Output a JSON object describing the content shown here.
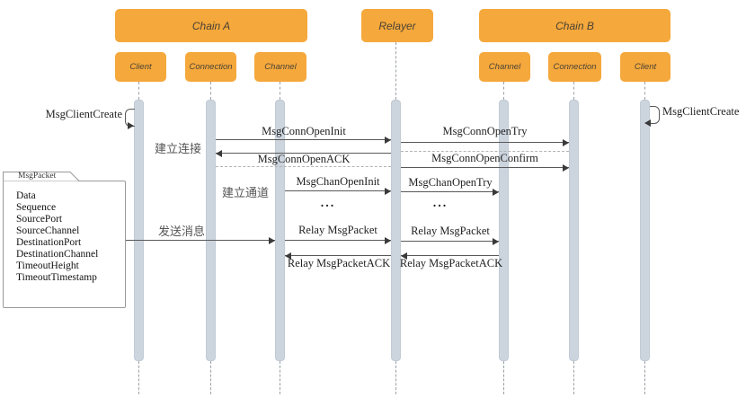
{
  "colors": {
    "actor_orange": "#F5A83B",
    "activation_bar": "#CCD4DE",
    "message_line": "#595959",
    "return_dash": "#B3B3B3"
  },
  "groups": {
    "chain_a": "Chain A",
    "relayer": "Relayer",
    "chain_b": "Chain B"
  },
  "participants": {
    "client_a": "Client",
    "connection_a": "Connection",
    "channel_a": "Channel",
    "channel_b": "Channel",
    "connection_b": "Connection",
    "client_b": "Client"
  },
  "messages": {
    "client_create_a": "MsgClientCreate",
    "client_create_b": "MsgClientCreate",
    "conn_open_init": "MsgConnOpenInit",
    "conn_open_ack": "MsgConnOpenACK",
    "conn_open_try": "MsgConnOpenTry",
    "conn_open_confirm": "MsgConnOpenConfirm",
    "chan_open_init": "MsgChanOpenInit",
    "chan_open_try": "MsgChanOpenTry",
    "relay_packet_left": "Relay MsgPacket",
    "relay_packet_right": "Relay MsgPacket",
    "relay_packet_ack_left": "Relay MsgPacketACK",
    "relay_packet_ack_right": "Relay MsgPacketACK",
    "ellipsis_left": "...",
    "ellipsis_right": "..."
  },
  "annotations": {
    "establish_connection": "建立连接",
    "establish_channel": "建立通道",
    "send_message": "发送消息"
  },
  "note": {
    "title": "MsgPacket",
    "fields": [
      "Data",
      "Sequence",
      "SourcePort",
      "SourceChannel",
      "DestinationPort",
      "DestinationChannel",
      "TimeoutHeight",
      "TimeoutTimestamp"
    ]
  }
}
